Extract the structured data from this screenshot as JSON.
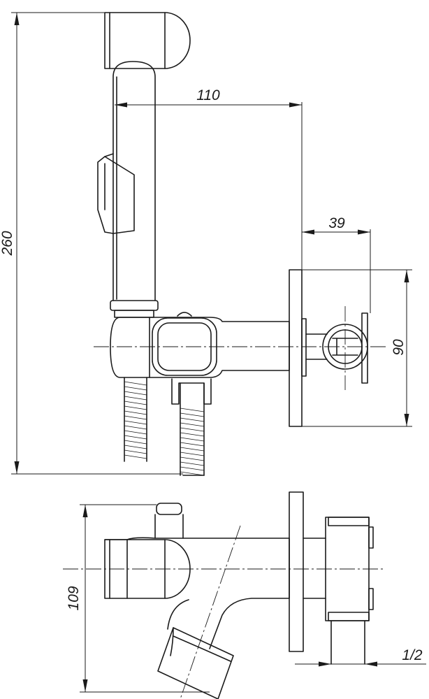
{
  "dimensions": {
    "height_total": "260",
    "reach": "110",
    "holder_offset": "39",
    "flange_size": "90",
    "depth": "109",
    "thread": "1/2"
  },
  "colors": {
    "line": "#1a1a1a",
    "background": "#ffffff"
  }
}
